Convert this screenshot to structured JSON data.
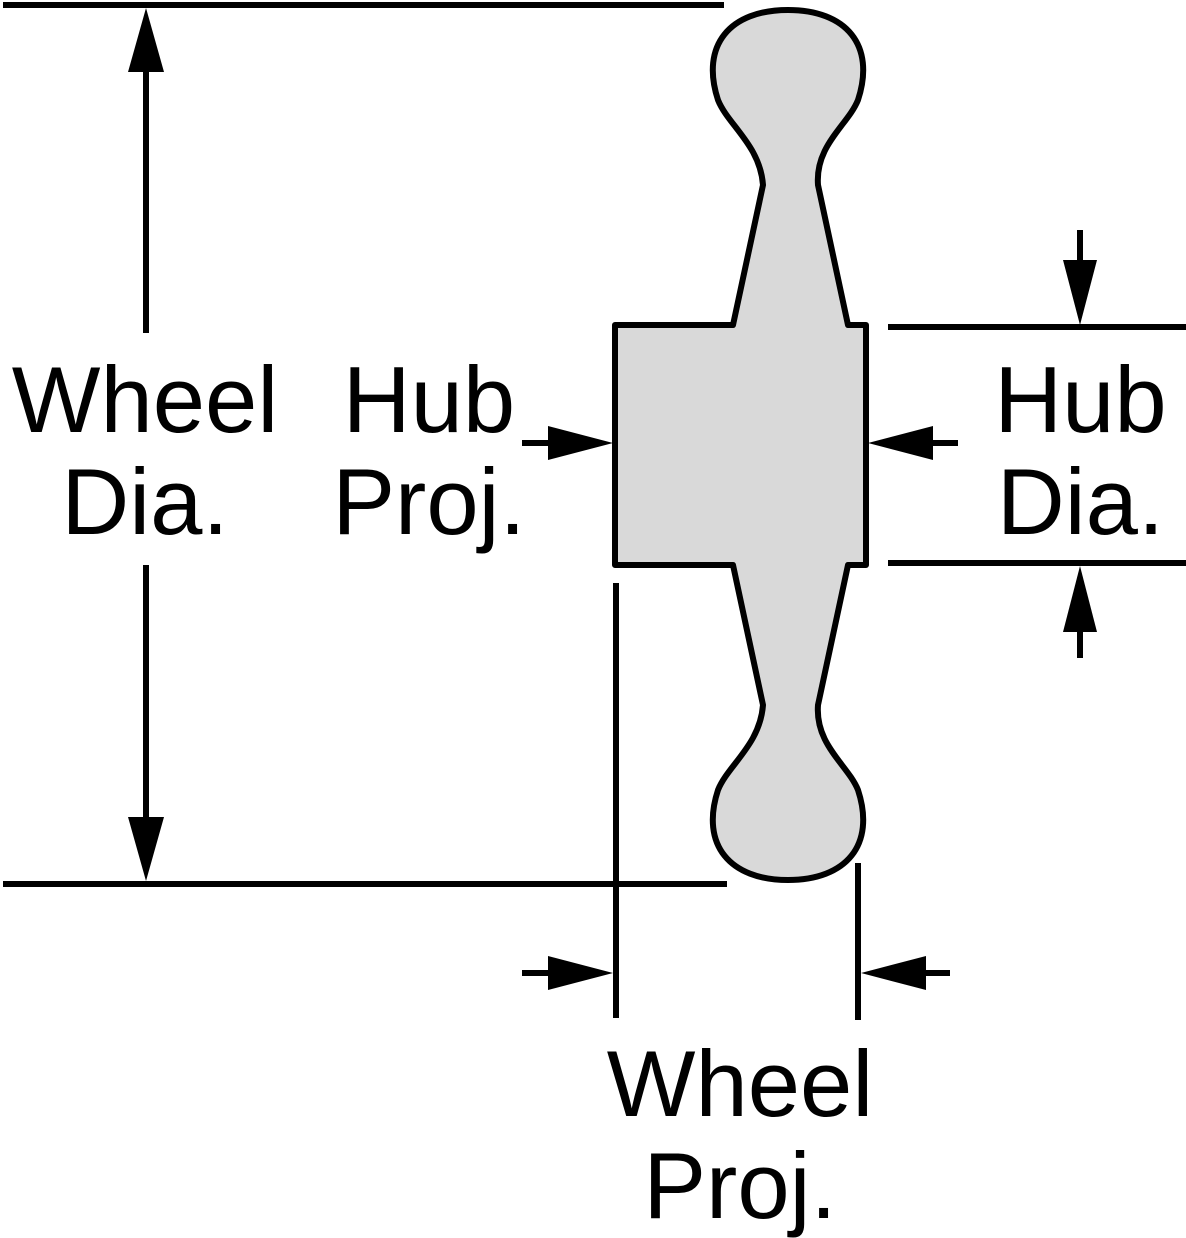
{
  "colors": {
    "stroke": "#000000",
    "wheel_fill": "#d9d9d9",
    "background": "#ffffff"
  },
  "labels": {
    "wheel_dia": {
      "line1": "Wheel",
      "line2": "Dia."
    },
    "hub_proj": {
      "line1": "Hub",
      "line2": "Proj."
    },
    "hub_dia": {
      "line1": "Hub",
      "line2": "Dia."
    },
    "wheel_proj": {
      "line1": "Wheel",
      "line2": "Proj."
    }
  }
}
